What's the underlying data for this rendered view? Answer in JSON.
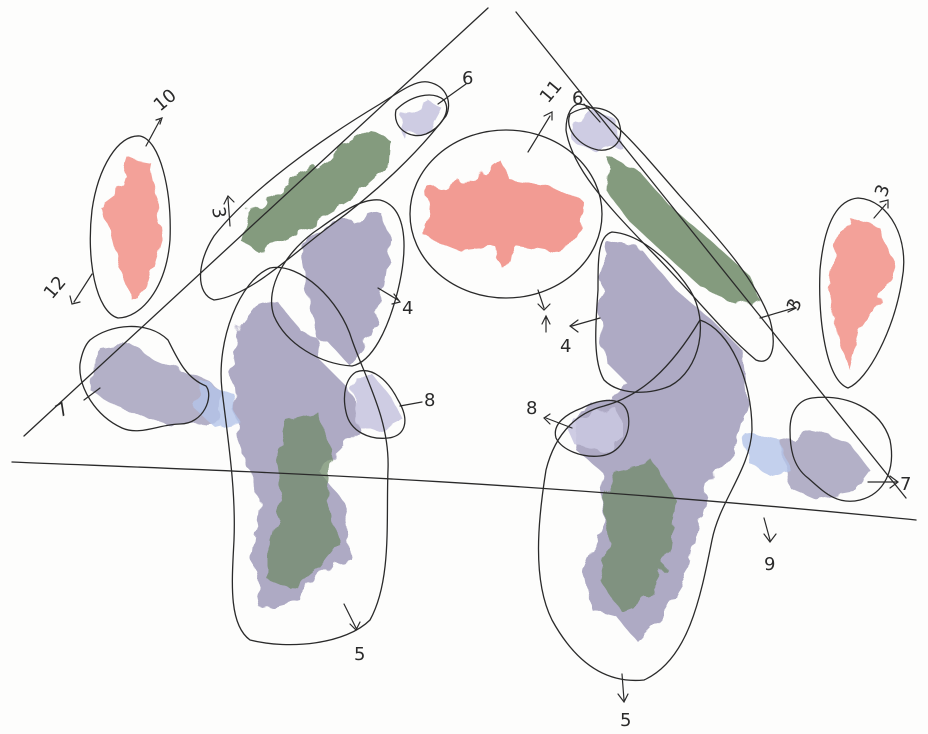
{
  "diagram": {
    "colors": {
      "red": "#f08a80",
      "green": "#6f8a68",
      "purple": "#9a95b5",
      "lightpurple": "#c9c6e0",
      "blue": "#b4c4e8",
      "line": "#2a2a2a"
    },
    "labels": {
      "l10": "10",
      "l12": "12",
      "l3_left": "3",
      "l6_left": "6",
      "l11": "11",
      "l6_right": "6",
      "l3_right_top": "3",
      "l3_right_mid": "3",
      "l4_left": "4",
      "l4_right": "4",
      "l7_left": "7",
      "l8_left": "8",
      "l8_right": "8",
      "l7_right": "7",
      "l9": "9",
      "l5_left": "5",
      "l5_right": "5"
    }
  }
}
